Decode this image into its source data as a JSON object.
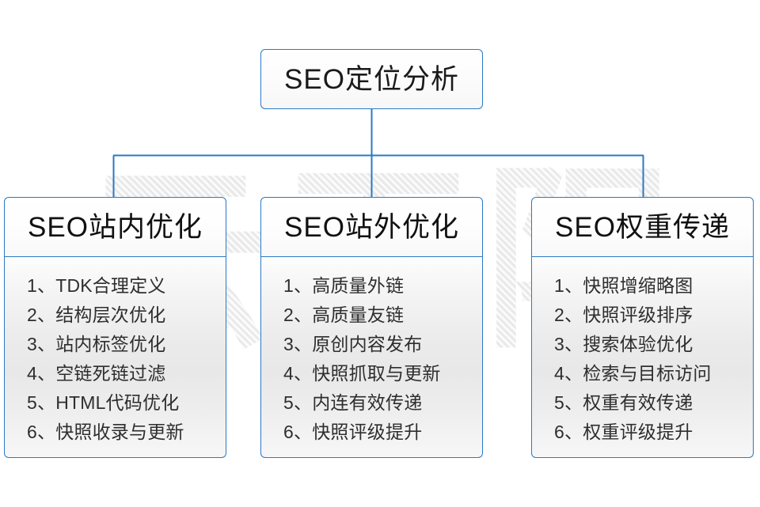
{
  "diagram": {
    "watermark_text": "云无限",
    "accent_color": "#2a7ac4",
    "text_color": "#2e2e2e",
    "background_color": "#ffffff",
    "root": {
      "title": "SEO定位分析"
    },
    "branches": [
      {
        "title": "SEO站内优化",
        "items": [
          "1、TDK合理定义",
          "2、结构层次优化",
          "3、站内标签优化",
          "4、空链死链过滤",
          "5、HTML代码优化",
          "6、快照收录与更新"
        ]
      },
      {
        "title": "SEO站外优化",
        "items": [
          "1、高质量外链",
          "2、高质量友链",
          "3、原创内容发布",
          "4、快照抓取与更新",
          "5、内连有效传递",
          "6、快照评级提升"
        ]
      },
      {
        "title": "SEO权重传递",
        "items": [
          "1、快照增缩略图",
          "2、快照评级排序",
          "3、搜索体验优化",
          "4、检索与目标访问",
          "5、权重有效传递",
          "6、权重评级提升"
        ]
      }
    ]
  }
}
